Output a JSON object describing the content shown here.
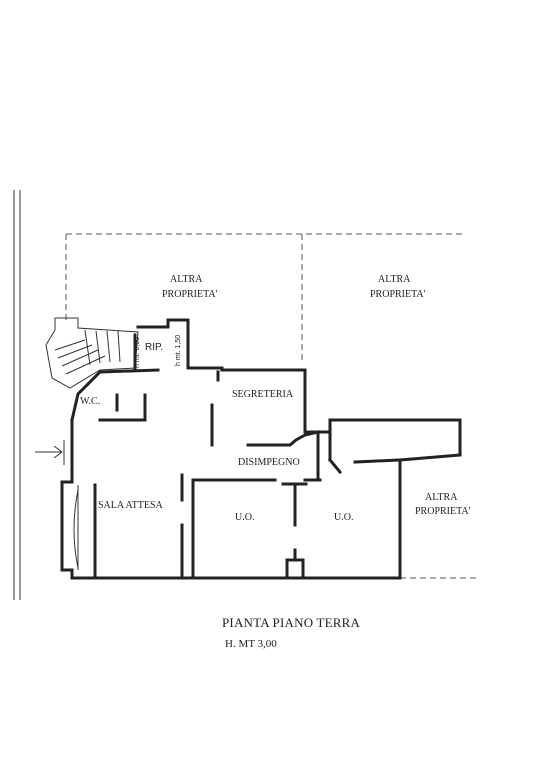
{
  "plan": {
    "rooms": {
      "altra_proprieta_1_line1": "ALTRA",
      "altra_proprieta_1_line2": "PROPRIETA'",
      "altra_proprieta_2_line1": "ALTRA",
      "altra_proprieta_2_line2": "PROPRIETA'",
      "altra_proprieta_3_line1": "ALTRA",
      "altra_proprieta_3_line2": "PROPRIETA'",
      "rip": "RIP.",
      "wc": "W.C.",
      "segreteria": "SEGRETERIA",
      "disimpegno": "DISIMPEGNO",
      "sala_attesa": "SALA ATTESA",
      "uo_1": "U.O.",
      "uo_2": "U.O."
    },
    "heights": {
      "h_left": "h mt. 0,60",
      "h_right": "h mt. 1,50"
    },
    "title": "PIANTA PIANO TERRA",
    "subtitle": "H. MT 3,00"
  }
}
